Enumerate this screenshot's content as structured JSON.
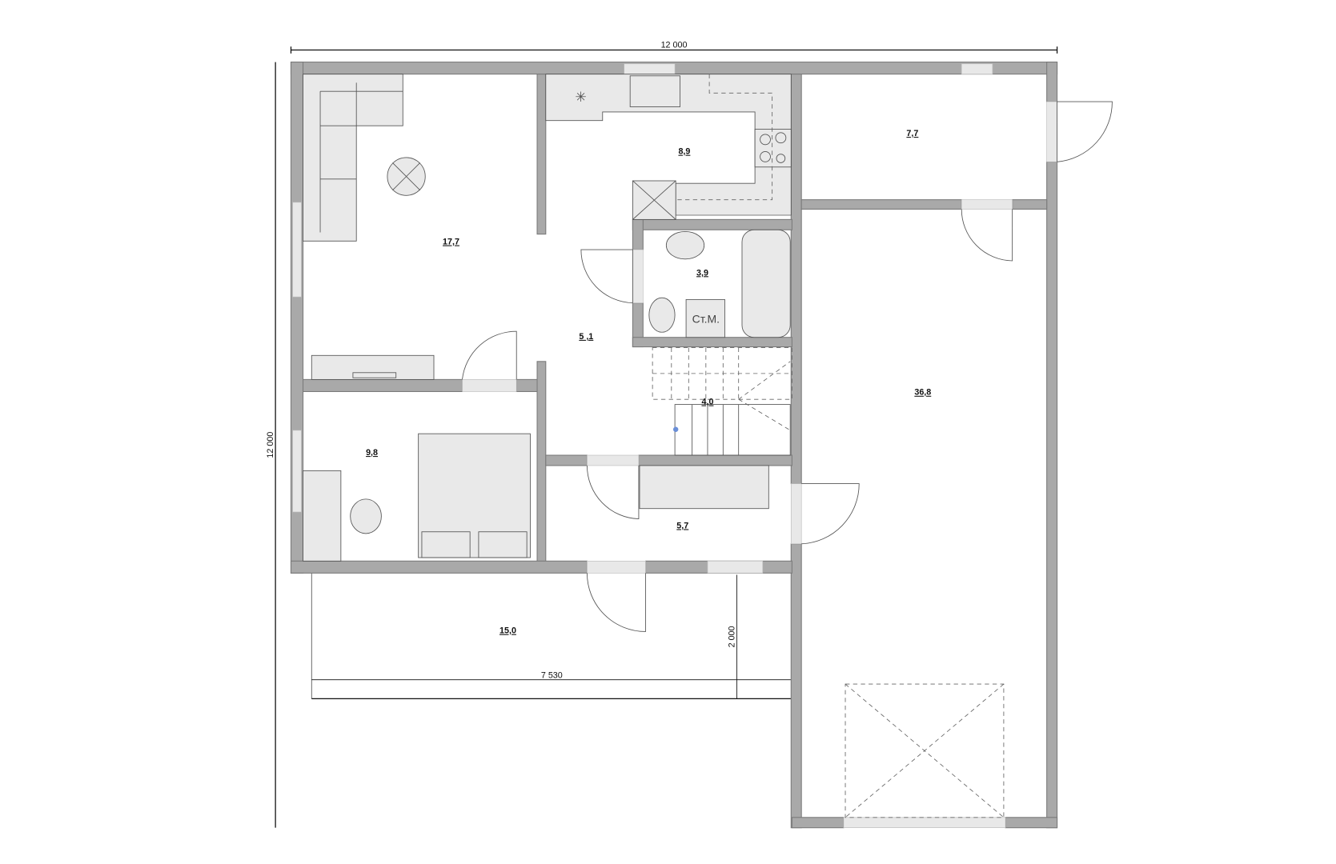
{
  "plan": {
    "dimensions": {
      "overall_width": "12 000",
      "overall_height": "12 000",
      "terrace_length": "7 530",
      "terrace_depth": "2 000"
    },
    "rooms": {
      "living": "17,7",
      "kitchen": "8,9",
      "utility": "7,7",
      "bathroom": "3,9",
      "hall": "5 ,1",
      "stairs": "4,0",
      "garage": "36,8",
      "bedroom": "9,8",
      "vestibule": "5,7",
      "terrace": "15,0"
    },
    "appliances": {
      "washing_machine": "Ст.М."
    },
    "colors": {
      "wall": "#a9a9a9",
      "furniture": "#e9e9e9"
    }
  }
}
